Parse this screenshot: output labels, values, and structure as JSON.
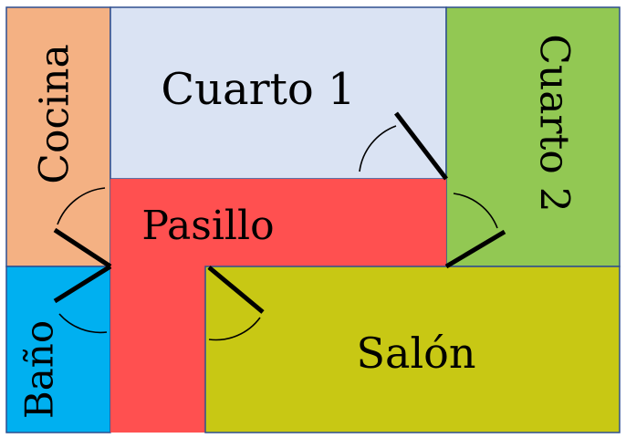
{
  "rooms": {
    "cocina": {
      "label": "Cocina",
      "color": "#F4B183"
    },
    "cuarto1": {
      "label": "Cuarto 1",
      "color": "#DAE3F3"
    },
    "cuarto2": {
      "label": "Cuarto 2",
      "color": "#92C853"
    },
    "pasillo": {
      "label": "Pasillo",
      "color": "#FF5050"
    },
    "bano": {
      "label": "Baño",
      "color": "#00B0F0"
    },
    "salon": {
      "label": "Salón",
      "color": "#C8C814"
    }
  },
  "colors": {
    "wall": "#2F4F8F",
    "door": "#000000"
  }
}
